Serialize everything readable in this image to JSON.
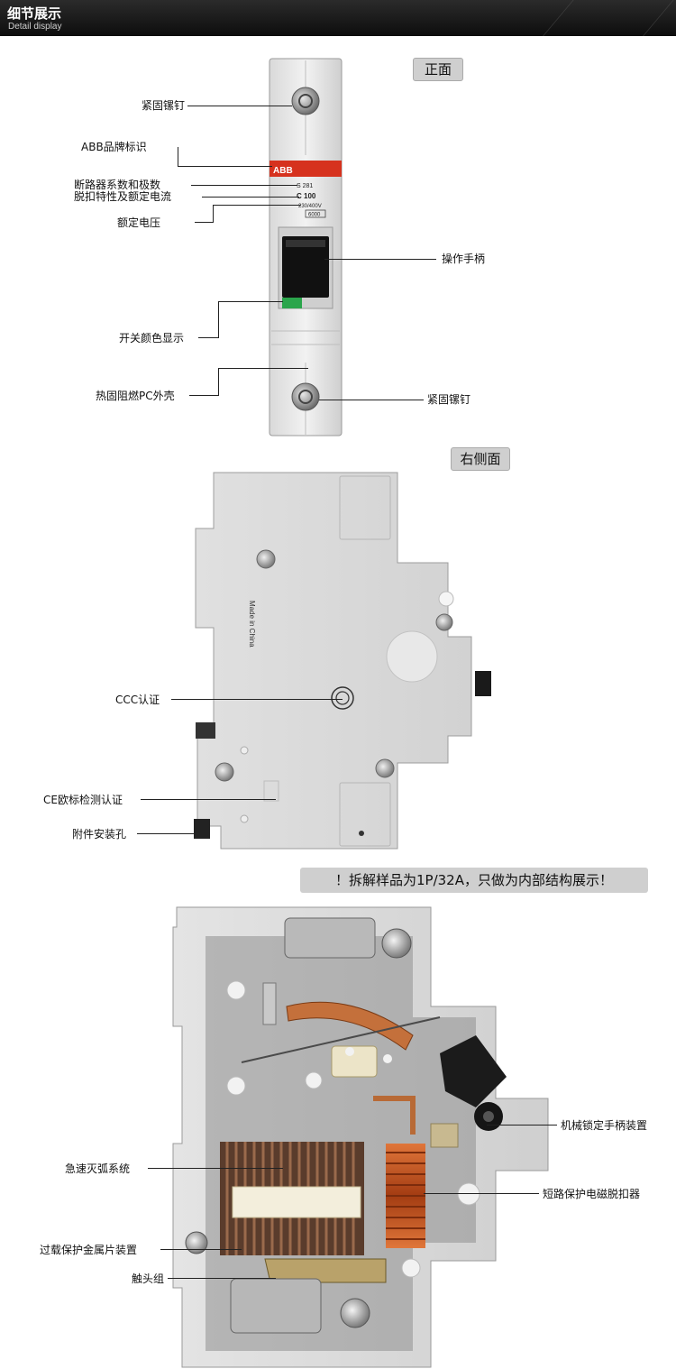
{
  "header": {
    "title": "细节展示",
    "subtitle": "Detail display"
  },
  "front": {
    "tag": "正面",
    "labels": {
      "screw_top": "紧固镙钉",
      "brand": "ABB品牌标识",
      "series": "断路器系数和极数",
      "trip": "脱扣特性及额定电流",
      "voltage": "额定电压",
      "handle": "操作手柄",
      "color": "开关颜色显示",
      "shell": "热固阻燃PC外壳",
      "screw_bottom": "紧固镙钉"
    },
    "device": {
      "brand": "ABB",
      "model": "S 281",
      "current": "C 100",
      "voltage": "230/400V",
      "rating": "6000"
    }
  },
  "side": {
    "tag": "右侧面",
    "labels": {
      "ccc": "CCC认证",
      "ce": "CE欧标检测认证",
      "hole": "附件安装孔"
    },
    "made_in": "Made in China"
  },
  "internal": {
    "notice": "！拆解样品为1P/32A，只做为内部结构展示！",
    "labels": {
      "lock": "机械锁定手柄装置",
      "arc": "急速灭弧系统",
      "coil": "短路保护电磁脱扣器",
      "bimetal": "过载保护金属片装置",
      "contact": "触头组"
    }
  }
}
